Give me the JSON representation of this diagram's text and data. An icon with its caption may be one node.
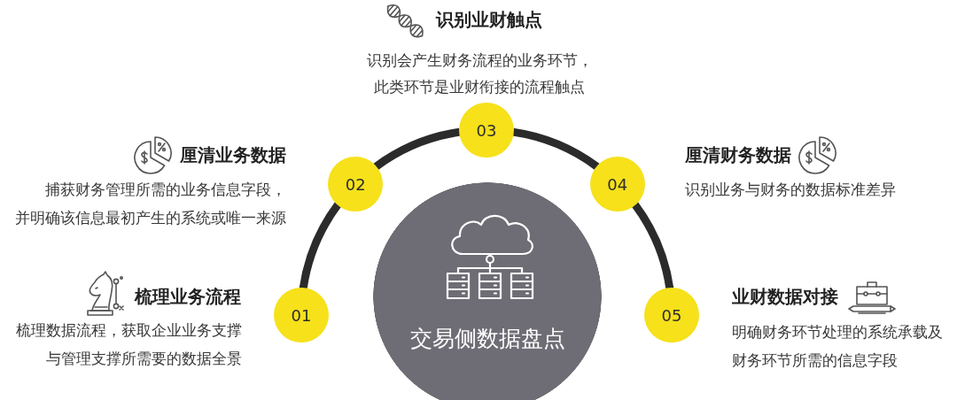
{
  "diagram": {
    "nodes": [
      {
        "text": [
          "01"
        ],
        "beside": [
          "梳理业务流程",
          "梳理数据流程，获取企业业务支撑与管理支撑所需要的数据全景"
        ]
      },
      {
        "text": [
          "02"
        ],
        "beside": [
          "厘清业务数据",
          "捕获财务管理所需的业务信息字段，并明确该信息最初产生的系统或唯一来源"
        ]
      },
      {
        "text": [
          "03"
        ],
        "beside": [
          "识别业财触点",
          "识别会产生财务流程的业务环节，此类环节是业财衔接的流程触点"
        ]
      },
      {
        "text": [
          "04"
        ],
        "beside": [
          "厘清财务数据",
          "识别业务与财务的数据标准差异"
        ]
      },
      {
        "text": [
          "05"
        ],
        "beside": [
          "业财数据对接",
          "明确财务环节处理的系统承载及财务环节所需的信息字段"
        ]
      },
      {
        "text": [
          "交易侧数据盘点"
        ]
      }
    ],
    "edges": [
      {
        "from": 0,
        "to": 1,
        "arrow": "none"
      },
      {
        "from": 1,
        "to": 2,
        "arrow": "none"
      },
      {
        "from": 2,
        "to": 3,
        "arrow": "none"
      },
      {
        "from": 3,
        "to": 4,
        "arrow": "none"
      }
    ]
  }
}
